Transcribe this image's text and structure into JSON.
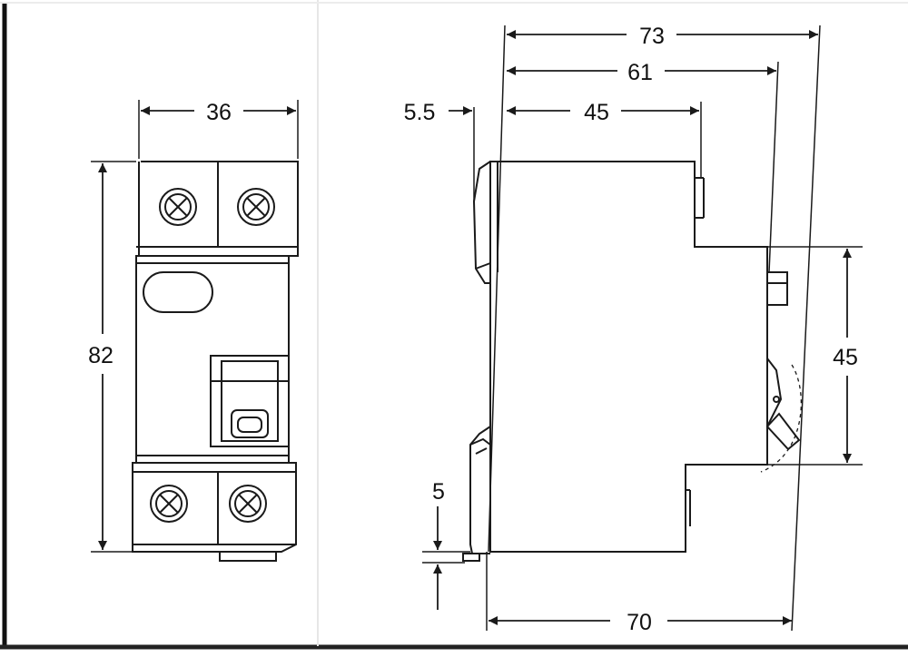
{
  "front_view": {
    "width_label": "36",
    "height_label": "82"
  },
  "side_view": {
    "total_depth_label": "73",
    "depth_to_face_label": "61",
    "rail_to_step_label": "45",
    "clip_offset_label": "5.5",
    "face_height_label": "45",
    "rail_gap_label": "5",
    "base_depth_label": "70"
  },
  "colors": {
    "ink": "#1a1a1a",
    "paper": "#ffffff"
  }
}
